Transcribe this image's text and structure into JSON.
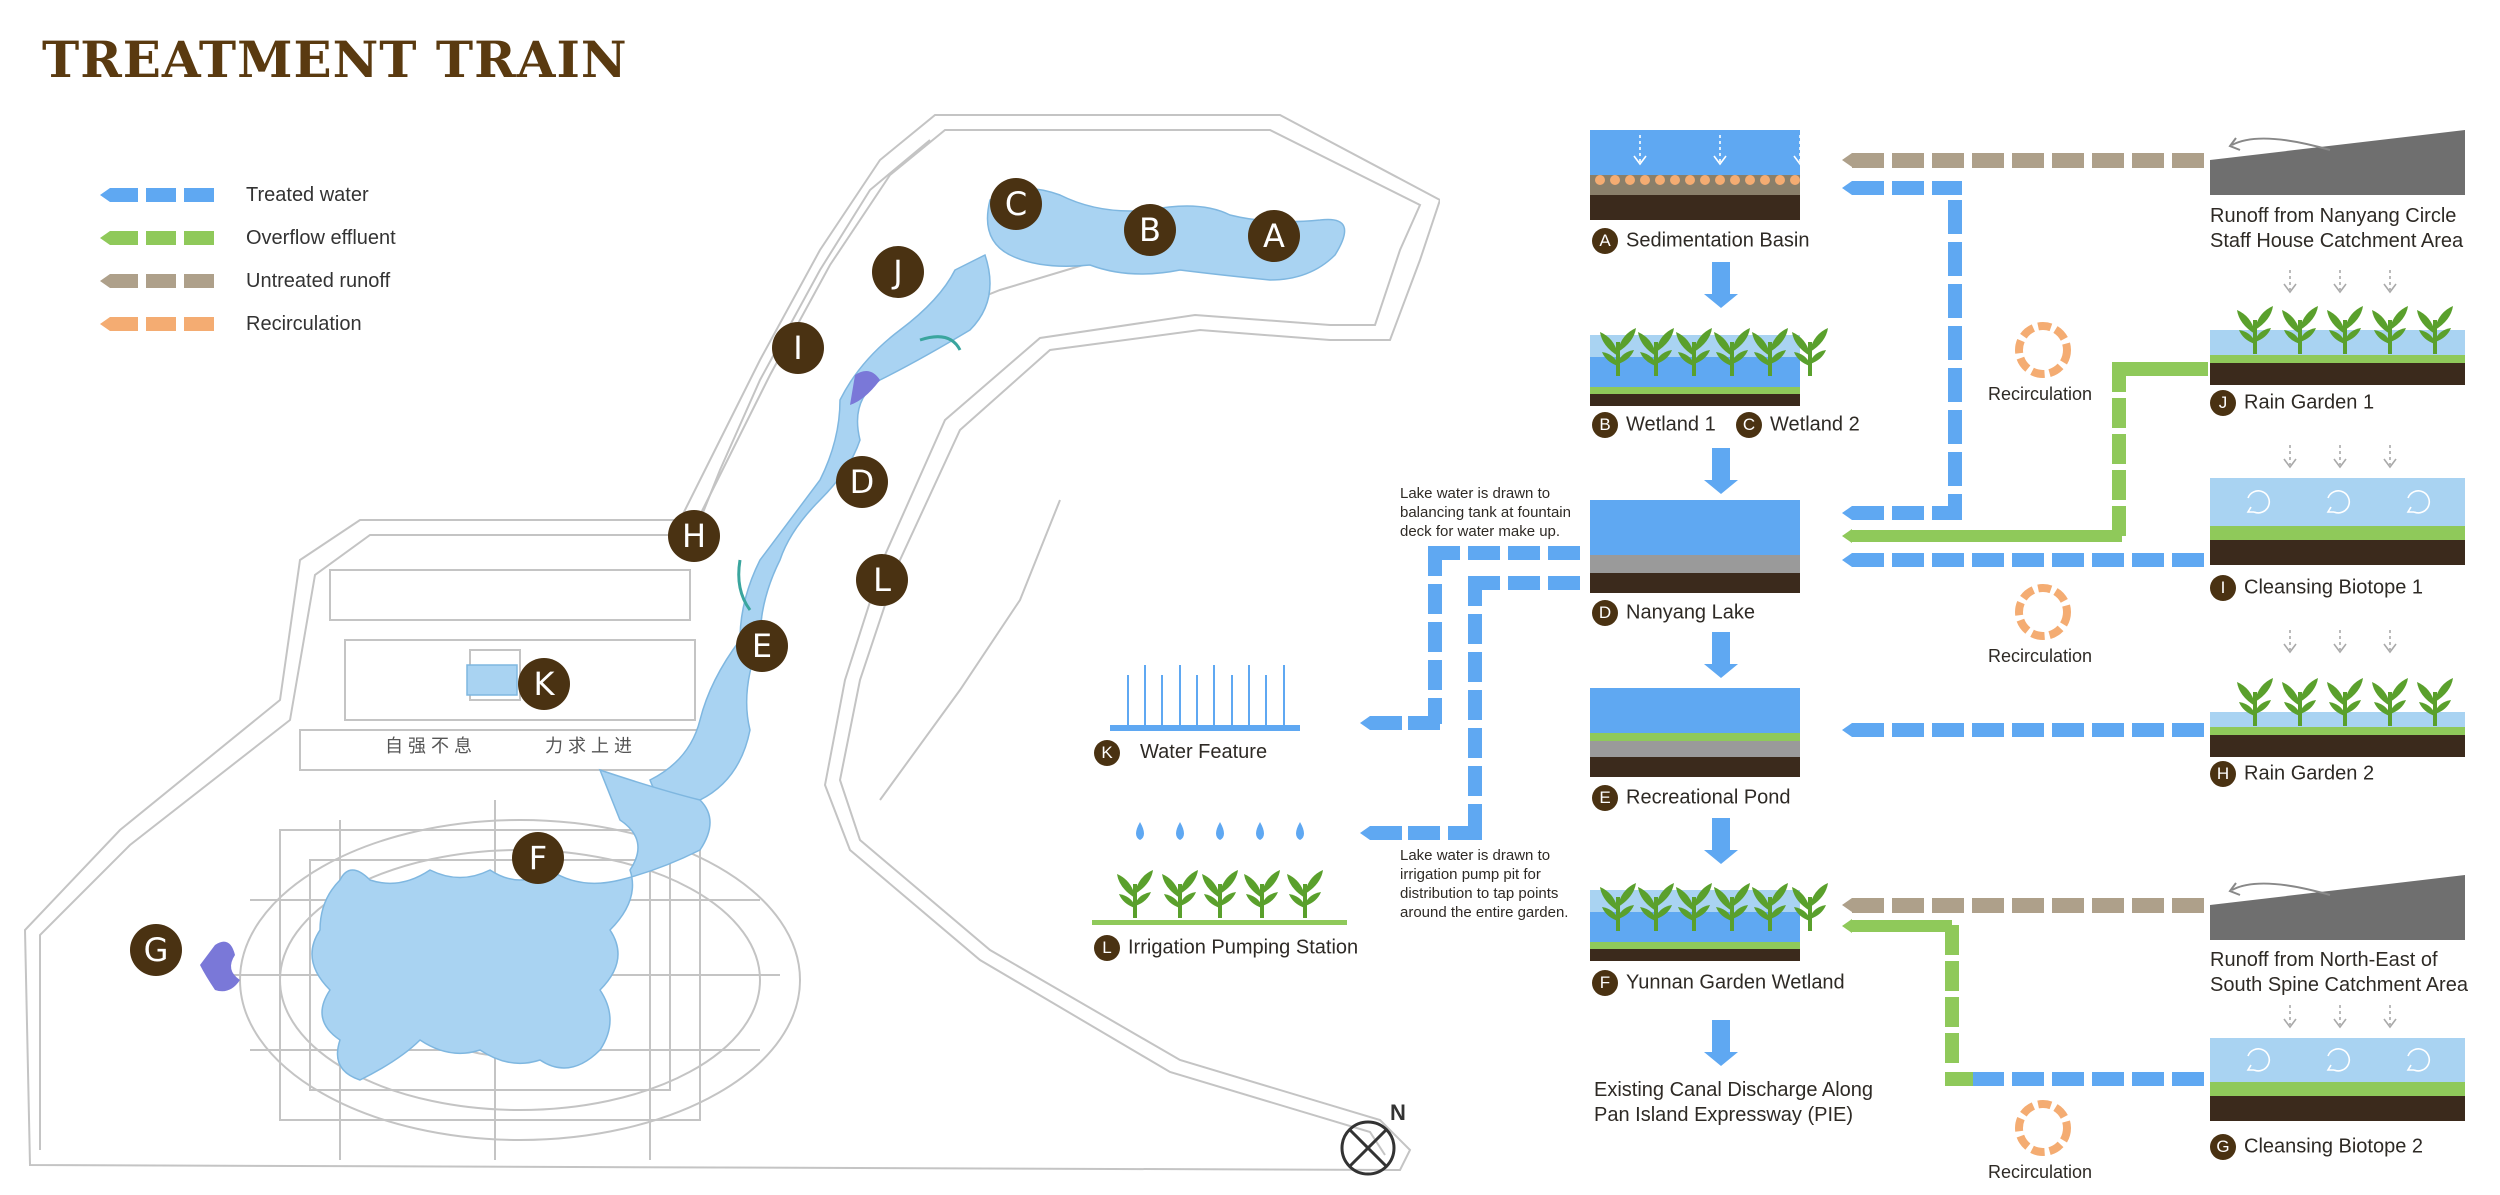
{
  "title": "TREATMENT TRAIN",
  "legend": [
    {
      "label": "Treated water",
      "color": "#5fa8f2"
    },
    {
      "label": "Overflow effluent",
      "color": "#8fc95a"
    },
    {
      "label": "Untreated runoff",
      "color": "#aea08a"
    },
    {
      "label": "Recirculation",
      "color": "#f4ac72"
    }
  ],
  "map_markers": [
    "A",
    "B",
    "C",
    "D",
    "E",
    "F",
    "G",
    "H",
    "I",
    "J",
    "K",
    "L"
  ],
  "map_text": {
    "inscription_left": "自 强 不 息",
    "inscription_right": "力 求 上 进"
  },
  "stages": {
    "A": {
      "letter": "A",
      "label": "Sedimentation Basin"
    },
    "B": {
      "letter": "B",
      "label": "Wetland 1"
    },
    "C": {
      "letter": "C",
      "label": "Wetland 2"
    },
    "D": {
      "letter": "D",
      "label": "Nanyang Lake"
    },
    "E": {
      "letter": "E",
      "label": "Recreational Pond"
    },
    "F": {
      "letter": "F",
      "label": "Yunnan Garden Wetland"
    },
    "G": {
      "letter": "G",
      "label": "Cleansing Biotope 2"
    },
    "H": {
      "letter": "H",
      "label": "Rain Garden 2"
    },
    "I": {
      "letter": "I",
      "label": "Cleansing Biotope 1"
    },
    "J": {
      "letter": "J",
      "label": "Rain Garden 1"
    },
    "K": {
      "letter": "K",
      "label": "Water Feature"
    },
    "L": {
      "letter": "L",
      "label": "Irrigation Pumping Station"
    }
  },
  "discharge": {
    "line1": "Existing Canal Discharge Along",
    "line2": "Pan Island Expressway (PIE)"
  },
  "runoff_1": {
    "line1": "Runoff from Nanyang Circle",
    "line2": "Staff House Catchment Area"
  },
  "runoff_2": {
    "line1": "Runoff from North-East of",
    "line2": "South Spine Catchment Area"
  },
  "recirculation_label": "Recirculation",
  "notes": {
    "top": "Lake water is drawn to balancing tank at fountain deck for water make up.",
    "bottom": "Lake water is drawn to irrigation pump pit for distribution to tap points around the entire garden."
  },
  "compass_label": "N",
  "colors": {
    "water": "#5fa8f2",
    "soil": "#3b2a1c",
    "overflow": "#8fc95a",
    "untreated": "#aea08a",
    "recirc": "#f4ac72",
    "badge": "#4a3212",
    "plant": "#5aa02c"
  }
}
